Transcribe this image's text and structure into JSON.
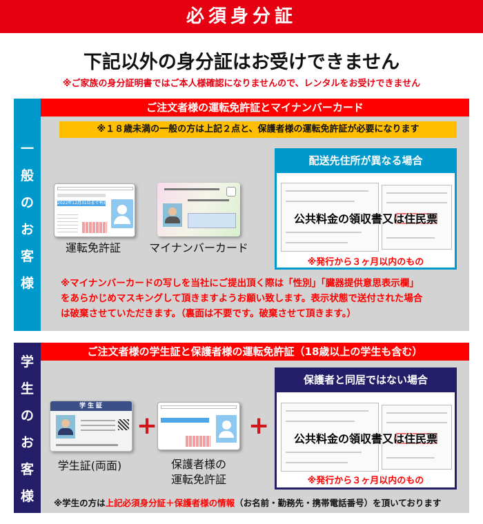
{
  "header": {
    "title": "必須身分証"
  },
  "main": {
    "title": "下記以外の身分証はお受けできません",
    "subtitle": "※ご家族の身分証明書ではご本人様確認になりませんので、レンタルをお受けできません"
  },
  "general": {
    "side_label": [
      "一",
      "般",
      "の",
      "お",
      "客",
      "様"
    ],
    "heading": "ご注文者様の運転免許証とマイナンバーカード",
    "under18_note": "※１８歳未満の一般の方は上記２点と、保護者様の運転免許証が必要になります",
    "cards": [
      {
        "label": "運転免許証"
      },
      {
        "label": "マイナンバーカード"
      }
    ],
    "license_card_text": "2022年12月31日まで有効",
    "address_box": {
      "heading": "配送先住所が異なる場合",
      "documents": "公共料金の領収書又は住民票",
      "note": "※発行から３ヶ月以内のもの"
    },
    "mynumber_note": [
      "※マイナンバーカードの写しを当社にご提出頂く際は「性別」「臓器提供意思表示欄」",
      "をあらかじめマスキングして頂きますようお願い致します。表示状態で送付された場合",
      "は破棄させていただきます。（裏面は不要です。破棄させて頂きます。）"
    ]
  },
  "student": {
    "side_label": [
      "学",
      "生",
      "の",
      "お",
      "客",
      "様"
    ],
    "heading": "ご注文者様の学生証と保護者様の運転免許証（18歳以上の学生も含む）",
    "cards": [
      {
        "label": "学生証(両面)",
        "card_title": "学生証"
      },
      {
        "label_lines": [
          "保護者様の",
          "運転免許証"
        ]
      }
    ],
    "plus": "+",
    "address_box": {
      "heading": "保護者と同居ではない場合",
      "documents": "公共料金の領収書又は住民票",
      "note": "※発行から３ヶ月以内のもの"
    },
    "footer": {
      "prefix": "※学生の方は",
      "highlight": "上記必須身分証＋保護者様の情報",
      "suffix": "（お名前・勤務先・携帯電話番号）を頂いております"
    }
  },
  "colors": {
    "red": "#e60012",
    "general_side": "#0099cc",
    "student_side": "#241e69",
    "yellow": "#ffbf00",
    "panel": "#d3d3d3"
  }
}
